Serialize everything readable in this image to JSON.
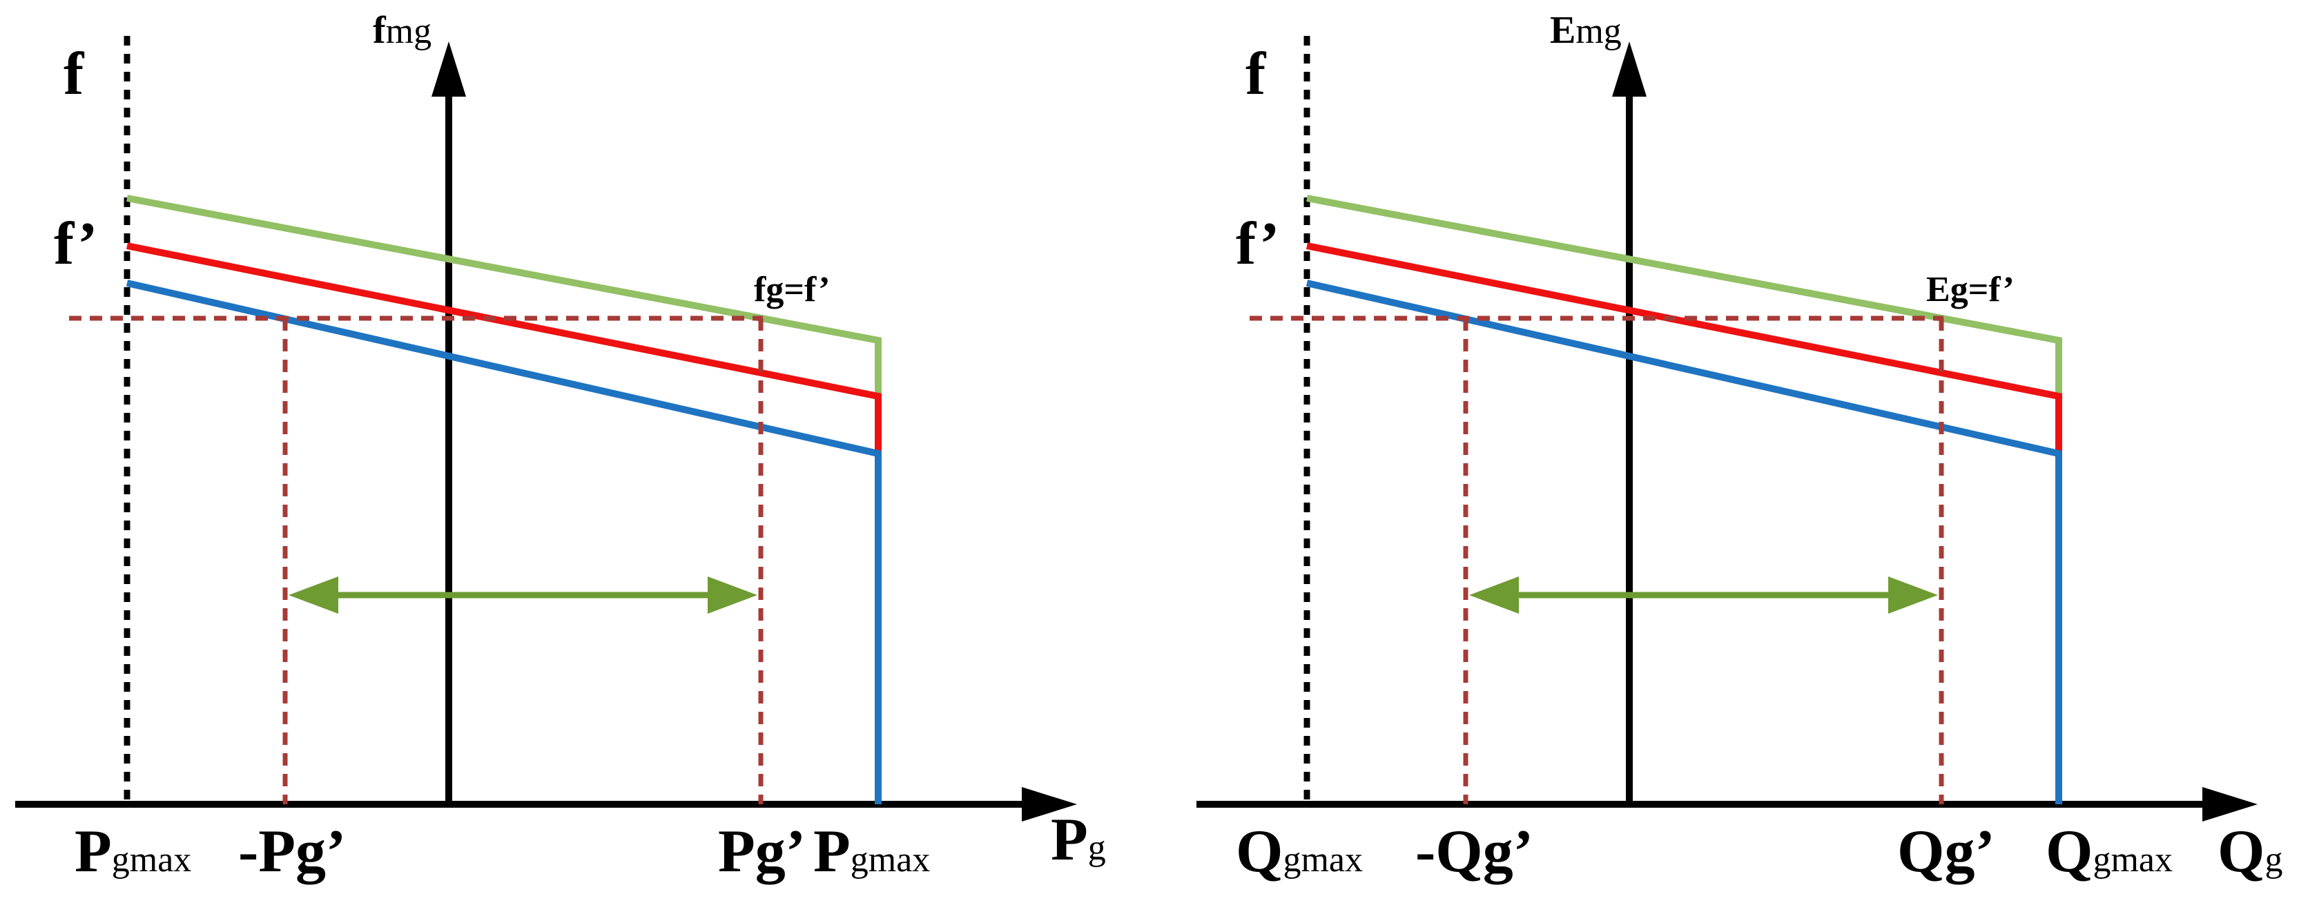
{
  "colors": {
    "axis": "#000000",
    "upper_line": "#92c064",
    "middle_line": "#ee1111",
    "lower_line": "#1f74c2",
    "dashed_guides": "#a73a36",
    "range_arrow": "#6f9b33"
  },
  "panels": [
    {
      "id": "frequency-panel",
      "y_axis_label": {
        "main": "f",
        "sub": "mg"
      },
      "x_axis_label": {
        "main": "P",
        "sub": "g"
      },
      "left_bound_label": {
        "main": "P",
        "sub": "gmax"
      },
      "right_bound_label": {
        "main": "P",
        "sub": "gmax"
      },
      "neg_point_label": "-Pg’",
      "pos_point_label": "Pg’",
      "level_f_label": "f",
      "level_fprime_label": "f’",
      "intersection_label": {
        "main": "f",
        "rest": "g=f’"
      }
    },
    {
      "id": "voltage-panel",
      "y_axis_label": {
        "main": "E",
        "sub": "mg"
      },
      "x_axis_label": {
        "main": "Q",
        "sub": "g"
      },
      "left_bound_label": {
        "main": "Q",
        "sub": "gmax"
      },
      "right_bound_label": {
        "main": "Q",
        "sub": "gmax"
      },
      "neg_point_label": "-Qg’",
      "pos_point_label": "Qg’",
      "level_f_label": "f",
      "level_fprime_label": "f’",
      "intersection_label": {
        "main": "E",
        "rest": "g=f’"
      }
    }
  ]
}
